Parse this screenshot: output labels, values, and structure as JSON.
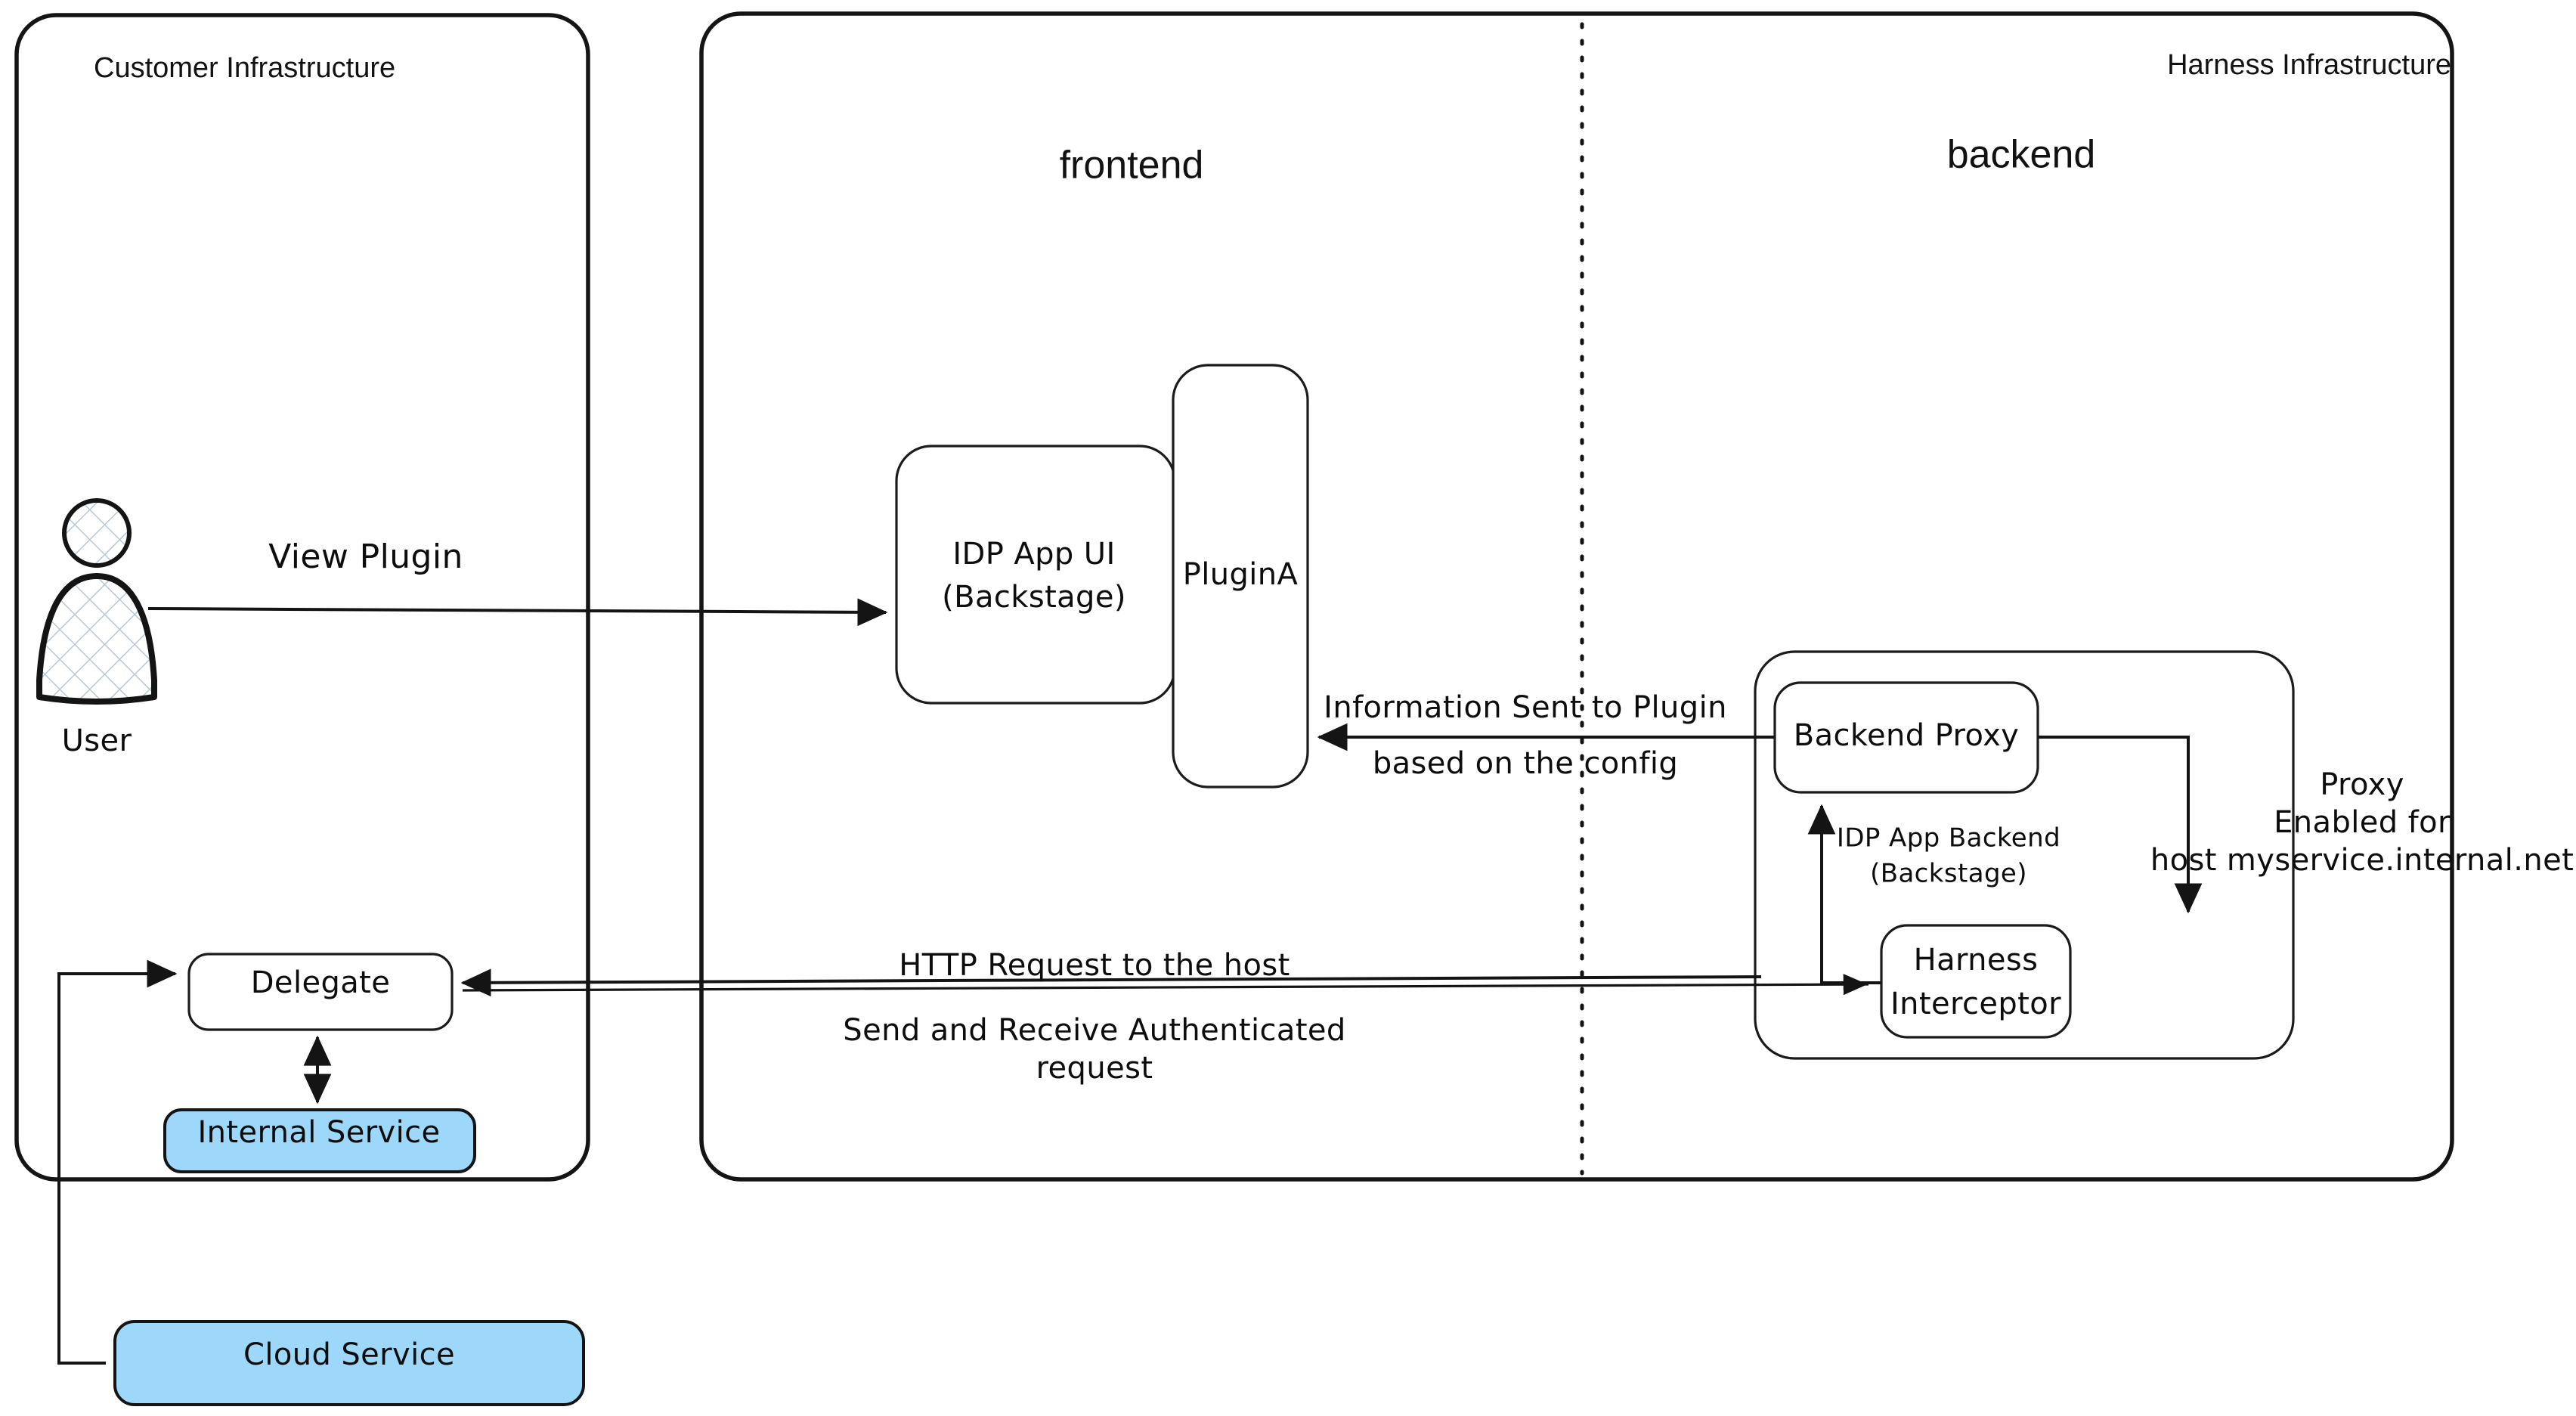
{
  "diagram": {
    "title": "Harness IDP Plugin Proxy Architecture",
    "colors": {
      "service_fill": "#9dd8fb",
      "stroke": "#141414",
      "background": "#ffffff",
      "box_fill": "#ffffff"
    }
  },
  "containers": {
    "customer": {
      "label": "Customer Infrastructure"
    },
    "harness": {
      "label": "Harness Infrastructure",
      "frontend_label": "frontend",
      "backend_label": "backend"
    },
    "idp_backend": {
      "label_line1": "IDP App Backend",
      "label_line2": "(Backstage)"
    }
  },
  "nodes": {
    "user": {
      "label": "User",
      "icon": "user-actor-icon"
    },
    "idp_app_ui": {
      "label_line1": "IDP App UI",
      "label_line2": "(Backstage)"
    },
    "plugin_a": {
      "label": "PluginA"
    },
    "backend_proxy": {
      "label": "Backend Proxy"
    },
    "harness_interceptor": {
      "label_line1": "Harness",
      "label_line2": "Interceptor"
    },
    "delegate": {
      "label": "Delegate"
    },
    "internal_service": {
      "label": "Internal Service"
    },
    "cloud_service": {
      "label": "Cloud Service"
    }
  },
  "edges": {
    "view_plugin": {
      "label": "View Plugin"
    },
    "information_sent": {
      "label_line1": "Information Sent to Plugin",
      "label_line2": "based on the config"
    },
    "http_request": {
      "label": "HTTP Request to the host"
    },
    "authenticated": {
      "label_line1": "Send and Receive Authenticated",
      "label_line2": "request"
    },
    "proxy_enabled": {
      "label_line1": "Proxy",
      "label_line2": "Enabled for",
      "label_line3": "host myservice.internal.net"
    }
  }
}
